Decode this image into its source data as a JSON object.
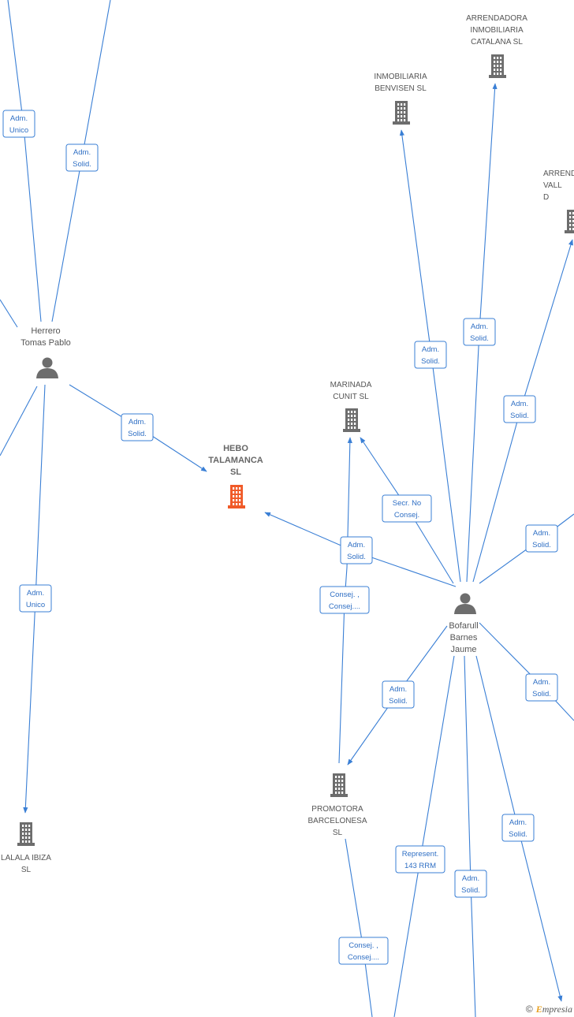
{
  "nodes": [
    {
      "id": "herrero",
      "type": "person",
      "lines": [
        "Herrero",
        "Tomas Pablo"
      ]
    },
    {
      "id": "bofarull",
      "type": "person",
      "lines": [
        "Bofarull",
        "Barnes",
        "Jaume"
      ]
    },
    {
      "id": "hebo",
      "type": "company",
      "focus": true,
      "lines": [
        "HEBO",
        "TALAMANCA",
        "SL"
      ]
    },
    {
      "id": "marinada",
      "type": "company",
      "lines": [
        "MARINADA",
        "CUNIT SL"
      ]
    },
    {
      "id": "benvisen",
      "type": "company",
      "lines": [
        "INMOBILIARIA",
        "BENVISEN  SL"
      ]
    },
    {
      "id": "arrendadora_cat",
      "type": "company",
      "lines": [
        "ARRENDADORA",
        "INMOBILIARIA",
        "CATALANA  SL"
      ]
    },
    {
      "id": "arrendadora_vall",
      "type": "company",
      "lines": [
        "ARREND",
        "VALL",
        "D"
      ]
    },
    {
      "id": "promotora",
      "type": "company",
      "lines": [
        "PROMOTORA",
        "BARCELONESA",
        "SL"
      ]
    },
    {
      "id": "lalala",
      "type": "company",
      "lines": [
        "LALALA IBIZA",
        "SL"
      ]
    }
  ],
  "edge_labels": [
    {
      "id": "e1",
      "lines": [
        "Adm.",
        "Unico"
      ]
    },
    {
      "id": "e2",
      "lines": [
        "Adm.",
        "Solid."
      ]
    },
    {
      "id": "e3",
      "lines": [
        "Adm.",
        "Solid."
      ]
    },
    {
      "id": "e4",
      "lines": [
        "Adm.",
        "Unico"
      ]
    },
    {
      "id": "e5",
      "lines": [
        "Adm.",
        "Solid."
      ]
    },
    {
      "id": "e6",
      "lines": [
        "Adm.",
        "Solid."
      ]
    },
    {
      "id": "e7",
      "lines": [
        "Adm.",
        "Solid."
      ]
    },
    {
      "id": "e8",
      "lines": [
        "Secr.  No",
        "Consej."
      ]
    },
    {
      "id": "e9",
      "lines": [
        "Adm.",
        "Solid."
      ]
    },
    {
      "id": "e10",
      "lines": [
        "Consej. ,",
        "Consej...."
      ]
    },
    {
      "id": "e11",
      "lines": [
        "Adm.",
        "Solid."
      ]
    },
    {
      "id": "e12",
      "lines": [
        "Adm.",
        "Solid."
      ]
    },
    {
      "id": "e13",
      "lines": [
        "Adm.",
        "Solid."
      ]
    },
    {
      "id": "e14",
      "lines": [
        "Adm.",
        "Solid."
      ]
    },
    {
      "id": "e15",
      "lines": [
        "Represent.",
        "143 RRM"
      ]
    },
    {
      "id": "e16",
      "lines": [
        "Adm.",
        "Solid."
      ]
    },
    {
      "id": "e17",
      "lines": [
        "Adm.",
        "Solid."
      ]
    },
    {
      "id": "e18",
      "lines": [
        "Consej. ,",
        "Consej...."
      ]
    }
  ],
  "colors": {
    "edge": "#3a7fd5",
    "icon": "#6d6d6d",
    "focus_icon": "#f05a28"
  },
  "footer": {
    "copyright": "©",
    "brand_initial": "E",
    "brand_rest": "mpresia"
  }
}
